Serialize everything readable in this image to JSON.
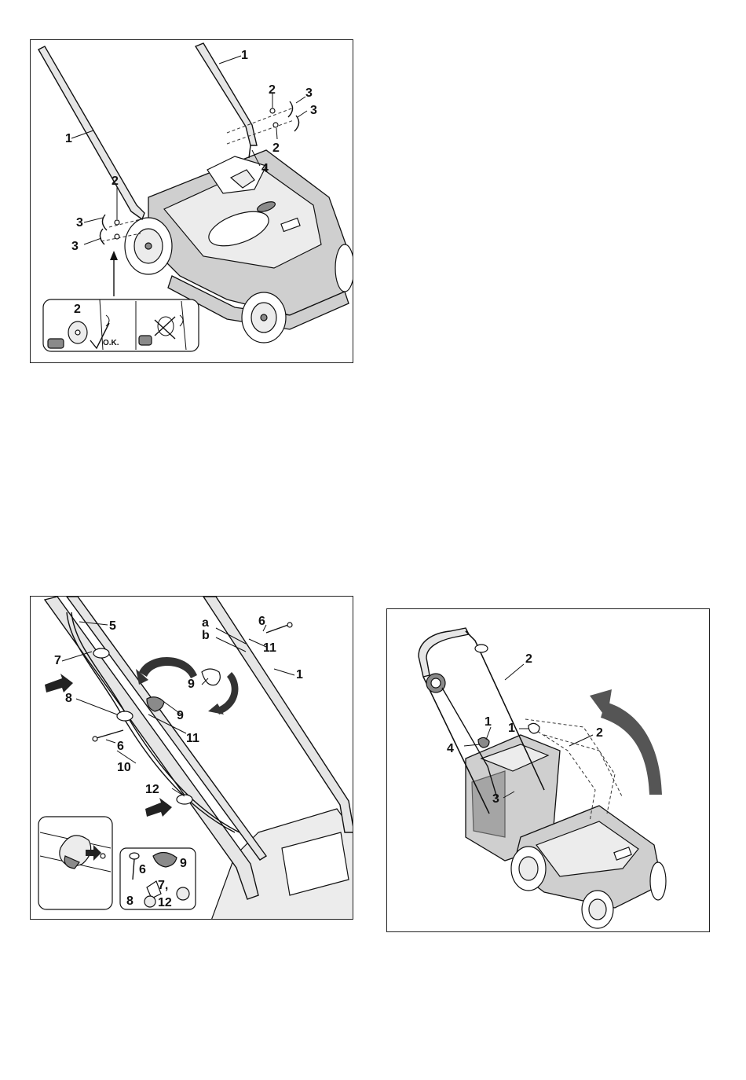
{
  "panels": {
    "top": {
      "labels": {
        "l1a": "1",
        "l1b": "1",
        "l2a": "2",
        "l2b": "2",
        "l2c": "2",
        "l2d": "2",
        "l3a": "3",
        "l3b": "3",
        "l3c": "3",
        "l3d": "3",
        "l4": "4"
      },
      "inset": {
        "label_2": "2",
        "ok_text": "O.K."
      }
    },
    "bottom_left": {
      "labels": {
        "l5": "5",
        "l7": "7",
        "l8": "8",
        "l6a": "6",
        "l6b": "6",
        "l10": "10",
        "l12": "12",
        "l9a": "9",
        "l9b": "9",
        "l11a": "11",
        "l11b": "11",
        "la": "a",
        "lb": "b",
        "l1": "1"
      },
      "inset_parts": {
        "p6": "6",
        "p9": "9",
        "p7": "7,",
        "p8": "8",
        "p12": "12"
      }
    },
    "bottom_right": {
      "labels": {
        "l2a": "2",
        "l2b": "2",
        "l1a": "1",
        "l1b": "1",
        "l4": "4",
        "l3": "3"
      }
    }
  },
  "colors": {
    "ink": "#111111",
    "mower_body": "#cfcfcf",
    "mower_dark": "#8a8a8a",
    "arrow": "#555555"
  },
  "icons": [
    "checkmark-icon",
    "cross-out-icon",
    "rotate-arrow-icon",
    "push-arrow-icon",
    "lift-arrow-icon"
  ]
}
